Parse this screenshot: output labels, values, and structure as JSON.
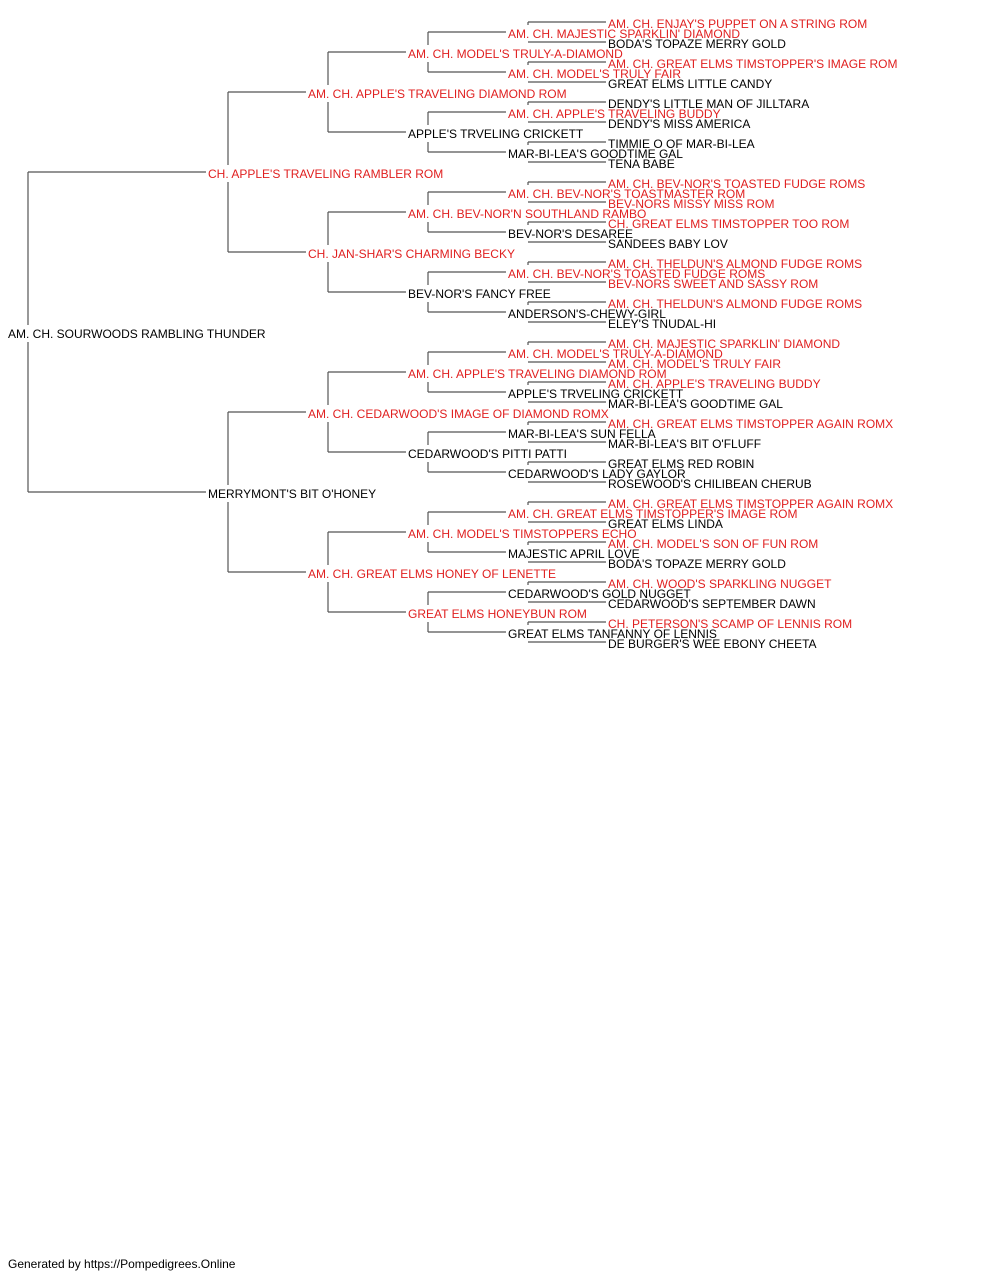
{
  "colors": {
    "champion": "#e02020",
    "regular": "#000000",
    "line": "#555555"
  },
  "footer": "Generated by https://Pompedigrees.Online",
  "pedigree": [
    {
      "name": "AM. CH. SOURWOODS RAMBLING THUNDER",
      "ch": false
    },
    {
      "name": "CH. APPLE'S TRAVELING RAMBLER ROM",
      "ch": true
    },
    {
      "name": "MERRYMONT'S BIT O'HONEY",
      "ch": false
    },
    {
      "name": "AM. CH. APPLE'S TRAVELING DIAMOND ROM",
      "ch": true
    },
    {
      "name": "CH. JAN-SHAR'S CHARMING BECKY",
      "ch": true
    },
    {
      "name": "AM. CH. CEDARWOOD'S IMAGE OF DIAMOND ROMX",
      "ch": true
    },
    {
      "name": "AM. CH. GREAT ELMS HONEY OF LENETTE",
      "ch": true
    },
    {
      "name": "AM. CH. MODEL'S TRULY-A-DIAMOND",
      "ch": true
    },
    {
      "name": "APPLE'S TRVELING CRICKETT",
      "ch": false
    },
    {
      "name": "AM. CH. BEV-NOR'N SOUTHLAND RAMBO",
      "ch": true
    },
    {
      "name": "BEV-NOR'S FANCY FREE",
      "ch": false
    },
    {
      "name": "AM. CH. APPLE'S TRAVELING DIAMOND ROM",
      "ch": true
    },
    {
      "name": "CEDARWOOD'S PITTI PATTI",
      "ch": false
    },
    {
      "name": "AM. CH. MODEL'S TIMSTOPPERS ECHO",
      "ch": true
    },
    {
      "name": "GREAT ELMS HONEYBUN ROM",
      "ch": true
    },
    {
      "name": "AM. CH. MAJESTIC SPARKLIN' DIAMOND",
      "ch": true
    },
    {
      "name": "AM. CH. MODEL'S TRULY FAIR",
      "ch": true
    },
    {
      "name": "AM. CH. APPLE'S TRAVELING BUDDY",
      "ch": true
    },
    {
      "name": "MAR-BI-LEA'S GOODTIME GAL",
      "ch": false
    },
    {
      "name": "AM. CH. BEV-NOR'S TOASTMASTER ROM",
      "ch": true
    },
    {
      "name": "BEV-NOR'S DESAREE",
      "ch": false
    },
    {
      "name": "AM. CH. BEV-NOR'S TOASTED FUDGE ROMS",
      "ch": true
    },
    {
      "name": "ANDERSON'S-CHEWY-GIRL",
      "ch": false
    },
    {
      "name": "AM. CH. MODEL'S TRULY-A-DIAMOND",
      "ch": true
    },
    {
      "name": "APPLE'S TRVELING CRICKETT",
      "ch": false
    },
    {
      "name": "MAR-BI-LEA'S SUN FELLA",
      "ch": false
    },
    {
      "name": "CEDARWOOD'S LADY GAYLOR",
      "ch": false
    },
    {
      "name": "AM. CH. GREAT ELMS TIMSTOPPER'S IMAGE ROM",
      "ch": true
    },
    {
      "name": "MAJESTIC APRIL LOVE",
      "ch": false
    },
    {
      "name": "CEDARWOOD'S GOLD NUGGET",
      "ch": false
    },
    {
      "name": "GREAT ELMS TANFANNY OF LENNIS",
      "ch": false
    },
    {
      "name": "AM. CH. ENJAY'S PUPPET ON A STRING ROM",
      "ch": true
    },
    {
      "name": "BODA'S TOPAZE MERRY GOLD",
      "ch": false
    },
    {
      "name": "AM. CH. GREAT ELMS TIMSTOPPER'S IMAGE ROM",
      "ch": true
    },
    {
      "name": "GREAT ELMS LITTLE CANDY",
      "ch": false
    },
    {
      "name": "DENDY'S LITTLE MAN OF JILLTARA",
      "ch": false
    },
    {
      "name": "DENDY'S MISS AMERICA",
      "ch": false
    },
    {
      "name": "TIMMIE O OF MAR-BI-LEA",
      "ch": false
    },
    {
      "name": "TENA BABE",
      "ch": false
    },
    {
      "name": "AM. CH. BEV-NOR'S TOASTED FUDGE ROMS",
      "ch": true
    },
    {
      "name": "BEV-NORS MISSY MISS ROM",
      "ch": true
    },
    {
      "name": "CH. GREAT ELMS TIMSTOPPER TOO ROM",
      "ch": true
    },
    {
      "name": "SANDEES BABY LOV",
      "ch": false
    },
    {
      "name": "AM. CH. THELDUN'S ALMOND FUDGE ROMS",
      "ch": true
    },
    {
      "name": "BEV-NORS SWEET AND SASSY ROM",
      "ch": true
    },
    {
      "name": "AM. CH. THELDUN'S ALMOND FUDGE ROMS",
      "ch": true
    },
    {
      "name": "ELEY'S TNUDAL-HI",
      "ch": false
    },
    {
      "name": "AM. CH. MAJESTIC SPARKLIN' DIAMOND",
      "ch": true
    },
    {
      "name": "AM. CH. MODEL'S TRULY FAIR",
      "ch": true
    },
    {
      "name": "AM. CH. APPLE'S TRAVELING BUDDY",
      "ch": true
    },
    {
      "name": "MAR-BI-LEA'S GOODTIME GAL",
      "ch": false
    },
    {
      "name": "AM. CH. GREAT ELMS TIMSTOPPER AGAIN ROMX",
      "ch": true
    },
    {
      "name": "MAR-BI-LEA'S BIT O'FLUFF",
      "ch": false
    },
    {
      "name": "GREAT ELMS RED ROBIN",
      "ch": false
    },
    {
      "name": "ROSEWOOD'S CHILIBEAN CHERUB",
      "ch": false
    },
    {
      "name": "AM. CH. GREAT ELMS TIMSTOPPER AGAIN ROMX",
      "ch": true
    },
    {
      "name": "GREAT ELMS LINDA",
      "ch": false
    },
    {
      "name": "AM. CH. MODEL'S SON OF FUN ROM",
      "ch": true
    },
    {
      "name": "BODA'S TOPAZE MERRY GOLD",
      "ch": false
    },
    {
      "name": "AM. CH. WOOD'S SPARKLING NUGGET",
      "ch": true
    },
    {
      "name": "CEDARWOOD'S SEPTEMBER DAWN",
      "ch": false
    },
    {
      "name": "CH. PETERSON'S SCAMP OF LENNIS ROM",
      "ch": true
    },
    {
      "name": "DE BURGER'S WEE EBONY CHEETA",
      "ch": false
    }
  ]
}
